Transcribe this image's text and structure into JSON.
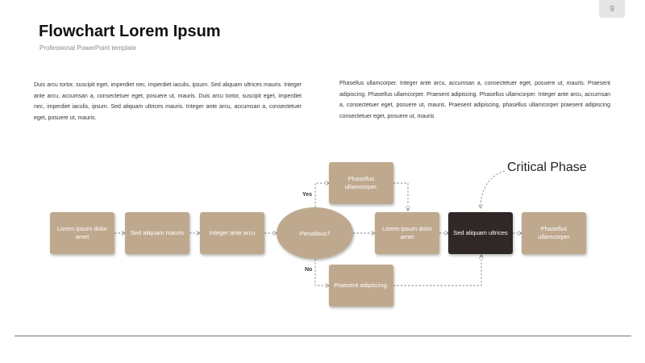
{
  "page_number": "9",
  "title": "Flowchart Lorem Ipsum",
  "subtitle": "Professional PowerPoint template",
  "paragraph_left": "Duis arcu tortor, suscipit eget, imperdiet nec, imperdiet iaculis, ipsum. Sed aliquam ultrices mauris. Integer ante arcu, accumsan a, consectetuer eget, posuere ut, mauris. Duis arcu tortor, suscipit eget, imperdiet nec, imperdiet iaculis, ipsum. Sed aliquam ultrices mauris. Integer ante arcu, accumsan a, consectetuer eget, posuere ut, mauris.",
  "paragraph_right": "Phasellus ullamcorper. Integer ante arcu, accumsan a, consectetuer eget, posuere ut, mauris. Praesent adipiscing. Phasellus ullamcorper. Praesent adipiscing. Phasellus ullamcorper. Integer ante arcu, accumsan a, consectetuer eget, posuere ut, mauris. Praesent adipiscing, phasellus ullamcorper praesent adipiscing consectetuer eget, posuere ut, mauris",
  "flow": {
    "step1": "Lorem ipsum dolor amet",
    "step2": "Sed aliquam mauris",
    "step3": "Integer ante arcu",
    "decision": "Penatibus?",
    "yes_label": "Yes",
    "no_label": "No",
    "yes_step": "Phasellus ullamcorper.",
    "no_step": "Praesent adipiscing.",
    "step5": "Lorem ipsum dolor amet",
    "critical_step": "Sed aliquam ultrices",
    "final_step": "Phasellus ullamcorper"
  },
  "critical_label": "Critical Phase",
  "colors": {
    "box": "#bfa98e",
    "critical_box": "#2f2826",
    "connector": "#8a8a8a"
  }
}
